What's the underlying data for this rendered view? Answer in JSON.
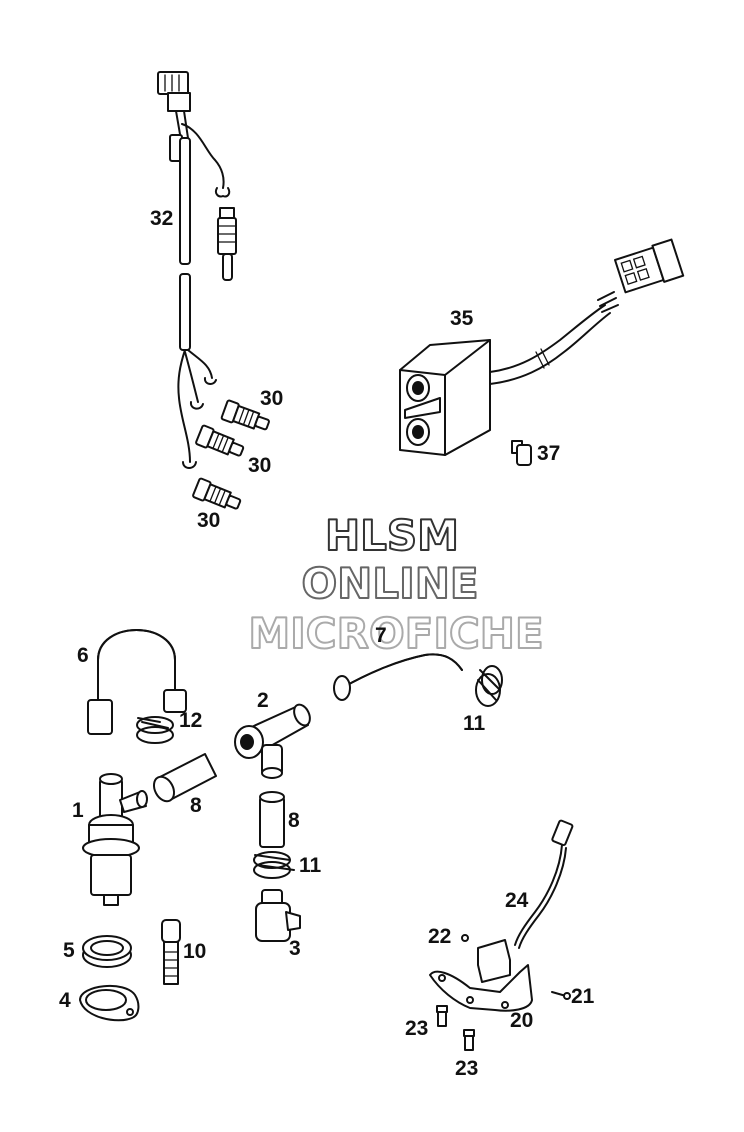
{
  "watermark": {
    "line1": "HLSM",
    "line2": "ONLINE",
    "line3": "MICROFICHE"
  },
  "callouts": [
    {
      "id": "32",
      "text": "32"
    },
    {
      "id": "30a",
      "text": "30"
    },
    {
      "id": "30b",
      "text": "30"
    },
    {
      "id": "30c",
      "text": "30"
    },
    {
      "id": "35",
      "text": "35"
    },
    {
      "id": "37",
      "text": "37"
    },
    {
      "id": "6",
      "text": "6"
    },
    {
      "id": "12",
      "text": "12"
    },
    {
      "id": "2",
      "text": "2"
    },
    {
      "id": "7",
      "text": "7"
    },
    {
      "id": "11a",
      "text": "11"
    },
    {
      "id": "1",
      "text": "1"
    },
    {
      "id": "8a",
      "text": "8"
    },
    {
      "id": "8b",
      "text": "8"
    },
    {
      "id": "11b",
      "text": "11"
    },
    {
      "id": "5",
      "text": "5"
    },
    {
      "id": "10",
      "text": "10"
    },
    {
      "id": "3",
      "text": "3"
    },
    {
      "id": "4",
      "text": "4"
    },
    {
      "id": "24",
      "text": "24"
    },
    {
      "id": "22",
      "text": "22"
    },
    {
      "id": "21",
      "text": "21"
    },
    {
      "id": "20",
      "text": "20"
    },
    {
      "id": "23a",
      "text": "23"
    },
    {
      "id": "23b",
      "text": "23"
    }
  ]
}
